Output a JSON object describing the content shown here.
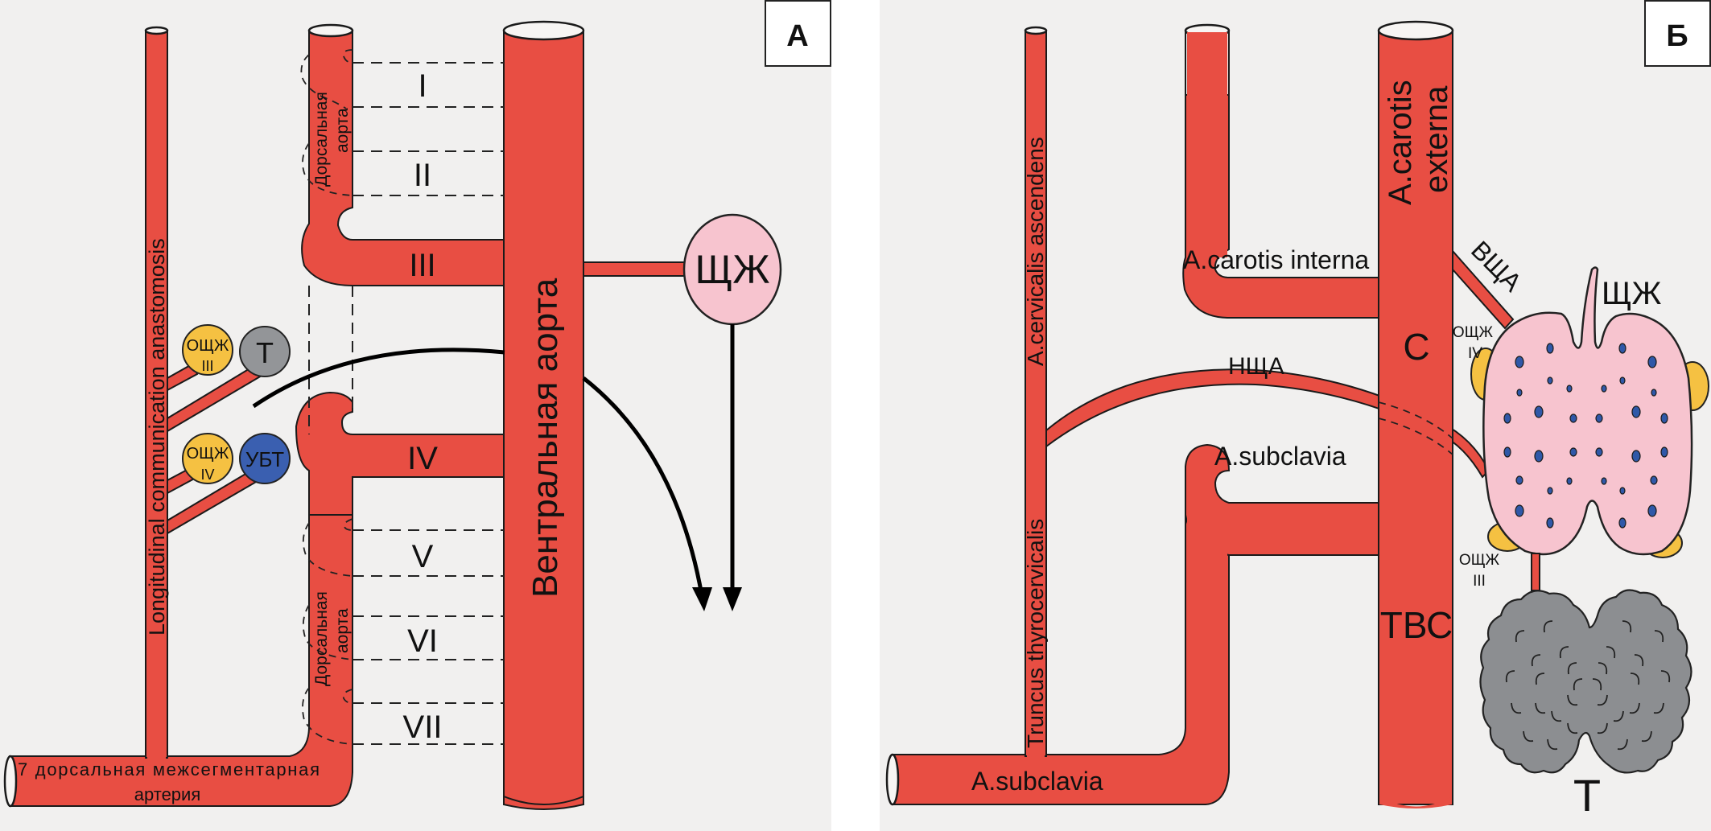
{
  "panels": {
    "a": {
      "tag": "А",
      "vessels": {
        "longitudinal": "Longitudinal communication anastomosis",
        "dorsal_aorta_top_line1": "Дорсальная",
        "dorsal_aorta_top_line2": "аорта",
        "dorsal_aorta_bottom_line1": "Дорсальная",
        "dorsal_aorta_bottom_line2": "аорта",
        "ventral_aorta": "Вентральная аорта",
        "intersegmental_line1": "7 дорсальная межсегментарная",
        "intersegmental_line2": "артерия"
      },
      "arches": [
        "I",
        "II",
        "III",
        "IV",
        "V",
        "VI",
        "VII"
      ],
      "nodes": {
        "pt3_line1": "ОЩЖ",
        "pt3_line2": "III",
        "thymus": "Т",
        "pt4_line1": "ОЩЖ",
        "pt4_line2": "IV",
        "ubt": "УБТ",
        "thyroid": "ЩЖ"
      }
    },
    "b": {
      "tag": "Б",
      "vessels": {
        "cervicalis_ascendens": "A.cervicalis ascendens",
        "truncus": "Truncus thyrocervicalis",
        "subclavia_bottom": "A.subclavia",
        "subclavia_branch": "A.subclavia",
        "carotis_interna": "A.carotis interna",
        "carotis_externa_line1": "A.carotis",
        "carotis_externa_line2": "externa",
        "inferior_thyroid": "НЩА",
        "superior_thyroid": "ВЩА",
        "c_label": "С",
        "tbc_label": "ТВС"
      },
      "organs": {
        "thyroid": "ЩЖ",
        "pt4_line1": "ОЩЖ",
        "pt4_line2": "IV",
        "pt3_line1": "ОЩЖ",
        "pt3_line2": "III",
        "thymus": "Т"
      }
    }
  },
  "colors": {
    "vessel": "#e84e43",
    "parathyroid": "#f5c142",
    "thymus_node": "#939598",
    "ubt": "#3a5fb0",
    "thyroid": "#f7c4cf",
    "follicle": "#2f58a8",
    "thymus_organ": "#8c8e91"
  }
}
